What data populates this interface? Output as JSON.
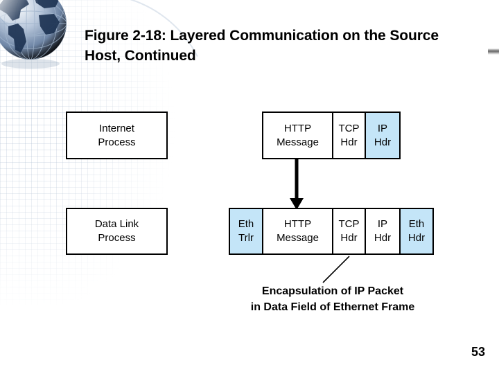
{
  "slide": {
    "title": "Figure 2-18: Layered Communication on the Source Host, Continued",
    "page_number": "53",
    "colors": {
      "highlight_blue": "#c4e5f8",
      "box_border": "#000000",
      "text": "#000000",
      "background": "#ffffff"
    }
  },
  "layers": [
    {
      "label": "Internet\nProcess",
      "label_line1": "Internet",
      "label_line2": "Process"
    },
    {
      "label": "Data Link\nProcess",
      "label_line1": "Data Link",
      "label_line2": "Process"
    }
  ],
  "packets": [
    {
      "row": 1,
      "layer": "Internet Process",
      "segments": [
        {
          "line1": "HTTP",
          "line2": "Message",
          "highlighted": false
        },
        {
          "line1": "TCP",
          "line2": "Hdr",
          "highlighted": false
        },
        {
          "line1": "IP",
          "line2": "Hdr",
          "highlighted": true
        }
      ]
    },
    {
      "row": 2,
      "layer": "Data Link Process",
      "segments": [
        {
          "line1": "Eth",
          "line2": "Trlr",
          "highlighted": true
        },
        {
          "line1": "HTTP",
          "line2": "Message",
          "highlighted": false
        },
        {
          "line1": "TCP",
          "line2": "Hdr",
          "highlighted": false
        },
        {
          "line1": "IP",
          "line2": "Hdr",
          "highlighted": false
        },
        {
          "line1": "Eth",
          "line2": "Hdr",
          "highlighted": true
        }
      ]
    }
  ],
  "connectors": {
    "down_arrow": "down-arrow-internet-to-datalink",
    "leader_line": "diagonal-leader-to-caption"
  },
  "caption": {
    "line1": "Encapsulation of IP Packet",
    "line2": "in Data Field of Ethernet Frame"
  },
  "decorations": {
    "globe": "globe-graphic",
    "grid_pattern": "square-grid-pattern",
    "right_bar": "right-edge-bar"
  }
}
